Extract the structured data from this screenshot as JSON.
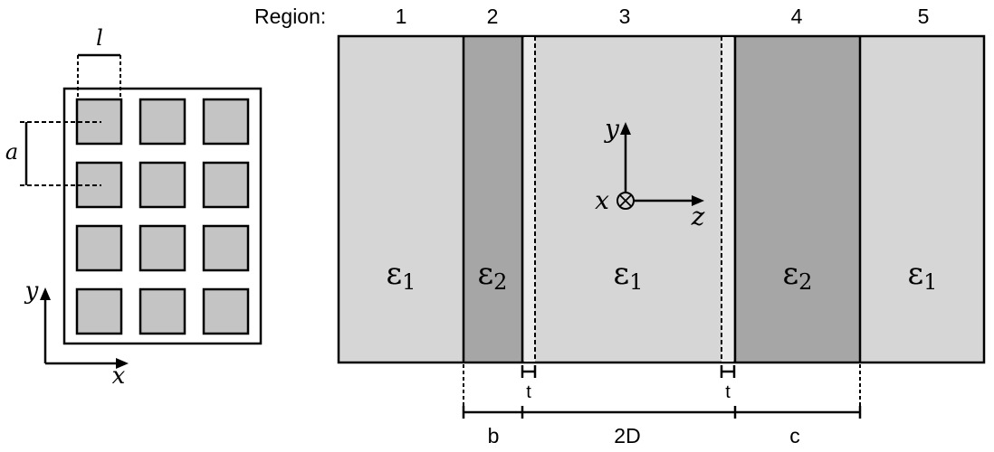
{
  "region_caption": "Region:",
  "regions": [
    "1",
    "2",
    "3",
    "4",
    "5"
  ],
  "permittivity_labels": {
    "r1": "ε",
    "r1_sub": "1",
    "r2": "ε",
    "r2_sub": "2",
    "r3": "ε",
    "r3_sub": "1",
    "r4": "ε",
    "r4_sub": "2",
    "r5": "ε",
    "r5_sub": "1"
  },
  "axes_main": {
    "y": "y",
    "x": "x",
    "z": "z"
  },
  "axes_inset": {
    "y": "y",
    "x": "x"
  },
  "dimensions": {
    "t_left": "t",
    "t_right": "t",
    "b": "b",
    "two_d": "2D",
    "c": "c",
    "l": "l",
    "a": "a"
  },
  "colors": {
    "light_region": "#d6d6d6",
    "dark_region": "#a6a6a6",
    "patch": "#c4c4c4",
    "line": "#000000"
  }
}
